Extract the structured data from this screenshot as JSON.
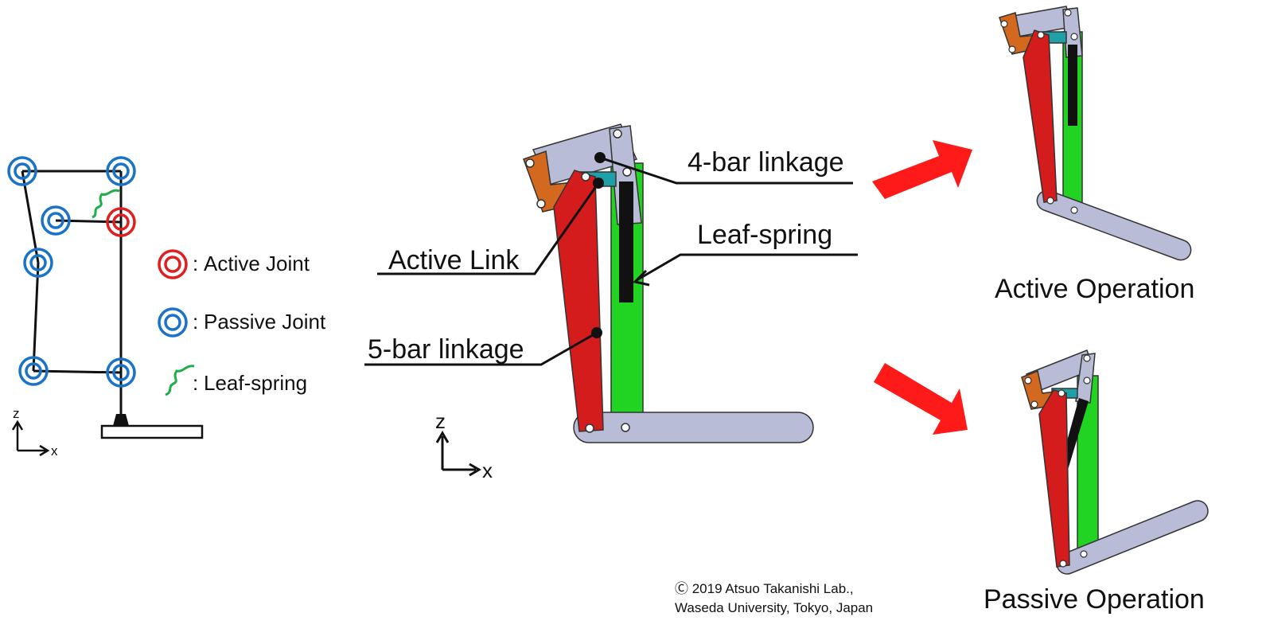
{
  "legend": {
    "active_joint": "Active Joint",
    "passive_joint": "Passive Joint",
    "leaf_spring": "Leaf-spring",
    "separator": ":"
  },
  "axes": {
    "z": "z",
    "x": "x"
  },
  "callouts": {
    "four_bar": "4-bar linkage",
    "leaf_spring": "Leaf-spring",
    "active_link": "Active Link",
    "five_bar": "5-bar linkage"
  },
  "captions": {
    "active": "Active Operation",
    "passive": "Passive Operation"
  },
  "copyright": {
    "line1": "Ⓒ 2019 Atsuo Takanishi Lab.,",
    "line2": "Waseda University, Tokyo, Japan"
  },
  "colors": {
    "active_joint": "#e02020",
    "passive_joint": "#1a73c8",
    "spring": "#1fae4a",
    "red_link": "#d41c1c",
    "green_link": "#22d422",
    "grey_link": "#b9bcd6",
    "orange_link": "#d2691e",
    "teal_link": "#1fa0a8",
    "arrow": "#ff1a1a"
  }
}
